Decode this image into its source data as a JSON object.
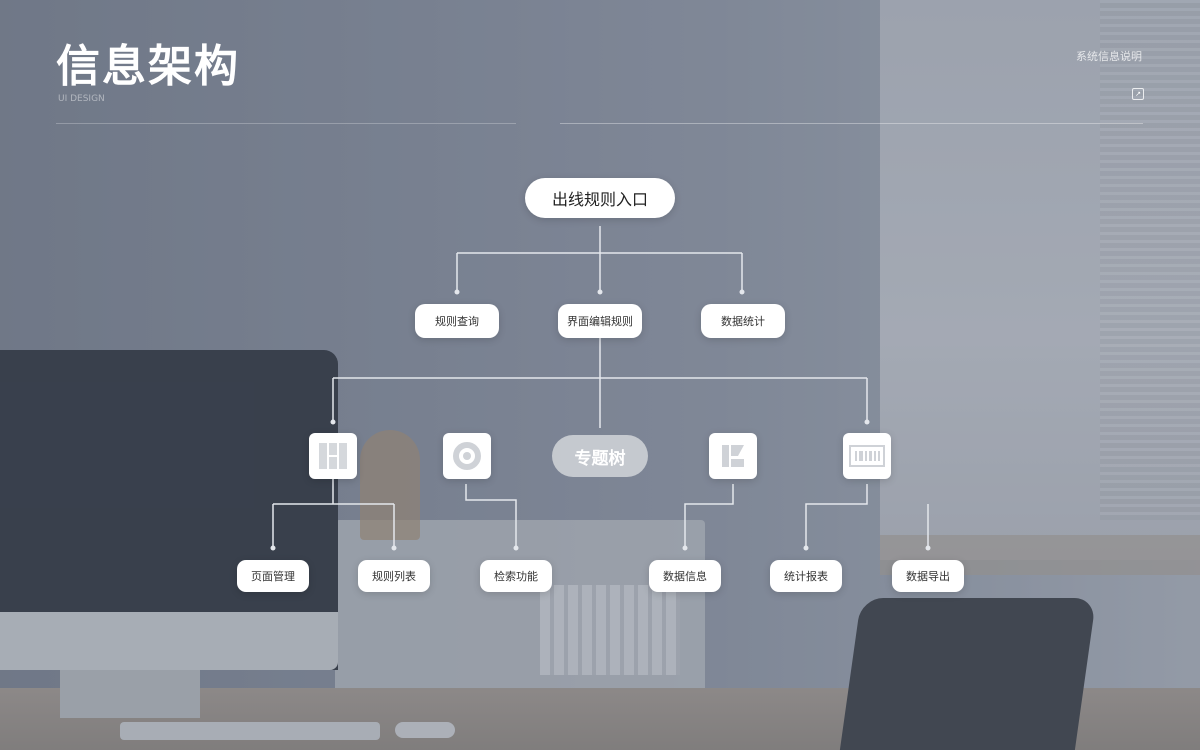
{
  "header": {
    "title": "信息架构",
    "subtitle": "UI DESIGN",
    "top_right_text": "系统信息说明"
  },
  "diagram": {
    "root": {
      "label": "出线规则入口"
    },
    "level1": [
      {
        "label": "规则查询"
      },
      {
        "label": "界面编辑规则"
      },
      {
        "label": "数据统计"
      }
    ],
    "center": {
      "label": "专题树"
    },
    "icons": [
      {
        "name": "grid-icon"
      },
      {
        "name": "search-icon"
      },
      {
        "name": "chart-icon"
      },
      {
        "name": "barcode-icon"
      }
    ],
    "leaves": [
      {
        "label": "页面管理"
      },
      {
        "label": "规则列表"
      },
      {
        "label": "检索功能"
      },
      {
        "label": "数据信息"
      },
      {
        "label": "统计报表"
      },
      {
        "label": "数据导出"
      }
    ]
  },
  "colors": {
    "node_bg": "#ffffff",
    "connector": "#e4e7ec",
    "title": "#ffffff"
  }
}
